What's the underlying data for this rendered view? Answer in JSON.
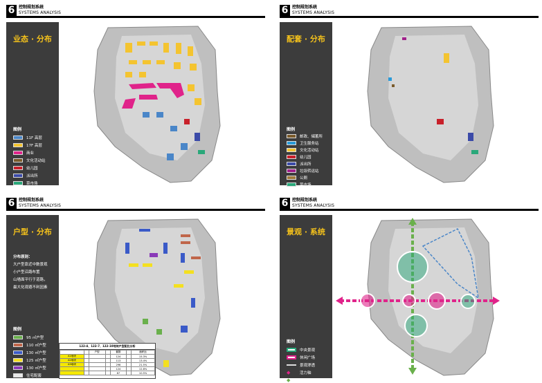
{
  "panels": [
    {
      "num": "6",
      "header_cn": "控制规划系统",
      "header_en": "SYSTEMS ANALYSIS",
      "title": "业态 · 分布",
      "legend_title": "图例",
      "legend": [
        {
          "label": "11F 高层",
          "color": "#4a86c8"
        },
        {
          "label": "17F 高层",
          "color": "#f4c430"
        },
        {
          "label": "商业",
          "color": "#e0238a"
        },
        {
          "label": "文化活动站",
          "color": "#7a5a2a"
        },
        {
          "label": "幼儿园",
          "color": "#c8202a"
        },
        {
          "label": "派出所",
          "color": "#3b4aa8"
        },
        {
          "label": "菜市场",
          "color": "#2aa87a"
        }
      ]
    },
    {
      "num": "6",
      "header_cn": "控制规划系统",
      "header_en": "SYSTEMS ANALYSIS",
      "title": "配套 · 分布",
      "legend_title": "图例",
      "legend": [
        {
          "label": "邮政、储蓄所",
          "color": "#7a5a2a"
        },
        {
          "label": "卫生服务站",
          "color": "#2a9ad8"
        },
        {
          "label": "文化活动站",
          "color": "#f4c430"
        },
        {
          "label": "幼儿园",
          "color": "#c8202a"
        },
        {
          "label": "派出所",
          "color": "#3b4aa8"
        },
        {
          "label": "垃圾转运站",
          "color": "#a0208a"
        },
        {
          "label": "公厕",
          "color": "#a07a3a"
        },
        {
          "label": "菜市场",
          "color": "#2aa87a"
        }
      ]
    },
    {
      "num": "6",
      "header_cn": "控制规划系统",
      "header_en": "SYSTEMS ANALYSIS",
      "title": "户型 · 分布",
      "desc_title": "分布原则：",
      "desc": [
        "大户型靠近中数景观",
        "小户型沿路布置",
        "山墙面平行于道路，",
        "最大化观避不利因素"
      ],
      "legend_title": "图例",
      "legend": [
        {
          "label": "95 ㎡户型",
          "color": "#6ab04c"
        },
        {
          "label": "110 ㎡户型",
          "color": "#c0664a"
        },
        {
          "label": "130 ㎡户型",
          "color": "#3a5ac8"
        },
        {
          "label": "125 ㎡户型",
          "color": "#f4e020"
        },
        {
          "label": "130 ㎡户型",
          "color": "#8a3ab8"
        },
        {
          "label": "住宅配套",
          "color": "#e8e8e8"
        }
      ],
      "table_title": "122-4、122-7、122-10地块户型配比分析",
      "table_rows": [
        [
          "",
          "",
          "户型",
          "",
          "套数",
          "",
          "面积比"
        ],
        [
          "A1地块",
          "",
          "",
          "",
          "124",
          "",
          "15.3%"
        ],
        [
          "A2地块",
          "",
          "",
          "",
          "113",
          "",
          "13.4%"
        ],
        [
          "A3地块",
          "",
          "",
          "",
          "296",
          "",
          "21.5%"
        ],
        [
          "",
          "",
          "",
          "",
          "124",
          "",
          "12.8%"
        ],
        [
          "",
          "",
          "",
          "",
          "87",
          "",
          "10.5%"
        ]
      ]
    },
    {
      "num": "6",
      "header_cn": "控制规划系统",
      "header_en": "SYSTEMS ANALYSIS",
      "title": "景观 · 系统",
      "legend_title": "图例",
      "legend": [
        {
          "label": "中央景观",
          "color": "#2aa87a"
        },
        {
          "label": "休闲广场",
          "color": "#e0238a"
        },
        {
          "label": "景观渗透",
          "color": "#4a86c8"
        },
        {
          "label": "活力轴",
          "color": "#e0238a"
        },
        {
          "label": "景观轴",
          "color": "#6ab04c"
        }
      ]
    }
  ]
}
